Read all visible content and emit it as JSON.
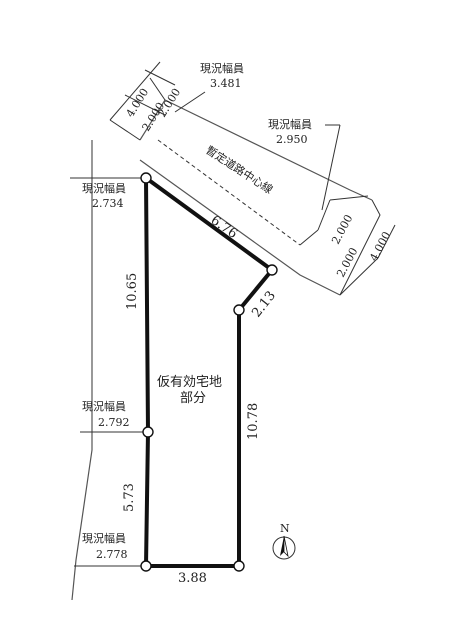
{
  "road_widths": {
    "label": "現況幅員",
    "top": "3.481",
    "right_upper": "2.950",
    "left_upper": "2.734",
    "left_middle": "2.792",
    "left_lower": "2.778"
  },
  "setback_dims": {
    "upper_total": "4.000",
    "upper_half_a": "2.000",
    "upper_half_b": "2.000",
    "lower_total": "4.000",
    "lower_half_a": "2.000",
    "lower_half_b": "2.000"
  },
  "centerline_label": "暫定道路中心線",
  "lot_label_line1": "仮有効宅地",
  "lot_label_line2": "部分",
  "edges": {
    "top_diagonal": "6.76",
    "right_short": "2.13",
    "left_upper": "10.65",
    "right_long": "10.78",
    "left_lower": "5.73",
    "bottom": "3.88"
  },
  "north_label": "N"
}
